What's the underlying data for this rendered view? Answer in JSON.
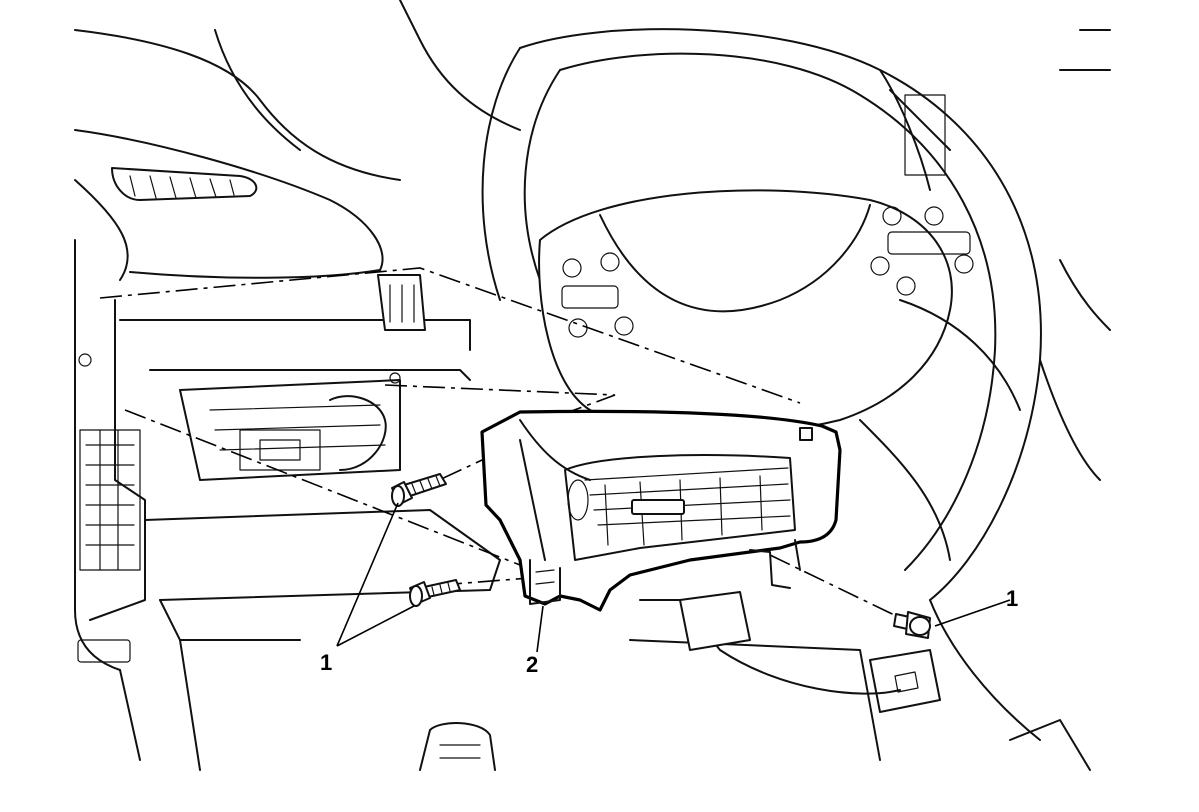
{
  "callouts": [
    {
      "id": "fastener-left",
      "label": "1"
    },
    {
      "id": "fastener-right",
      "label": "1"
    },
    {
      "id": "vent-assembly",
      "label": "2"
    }
  ]
}
